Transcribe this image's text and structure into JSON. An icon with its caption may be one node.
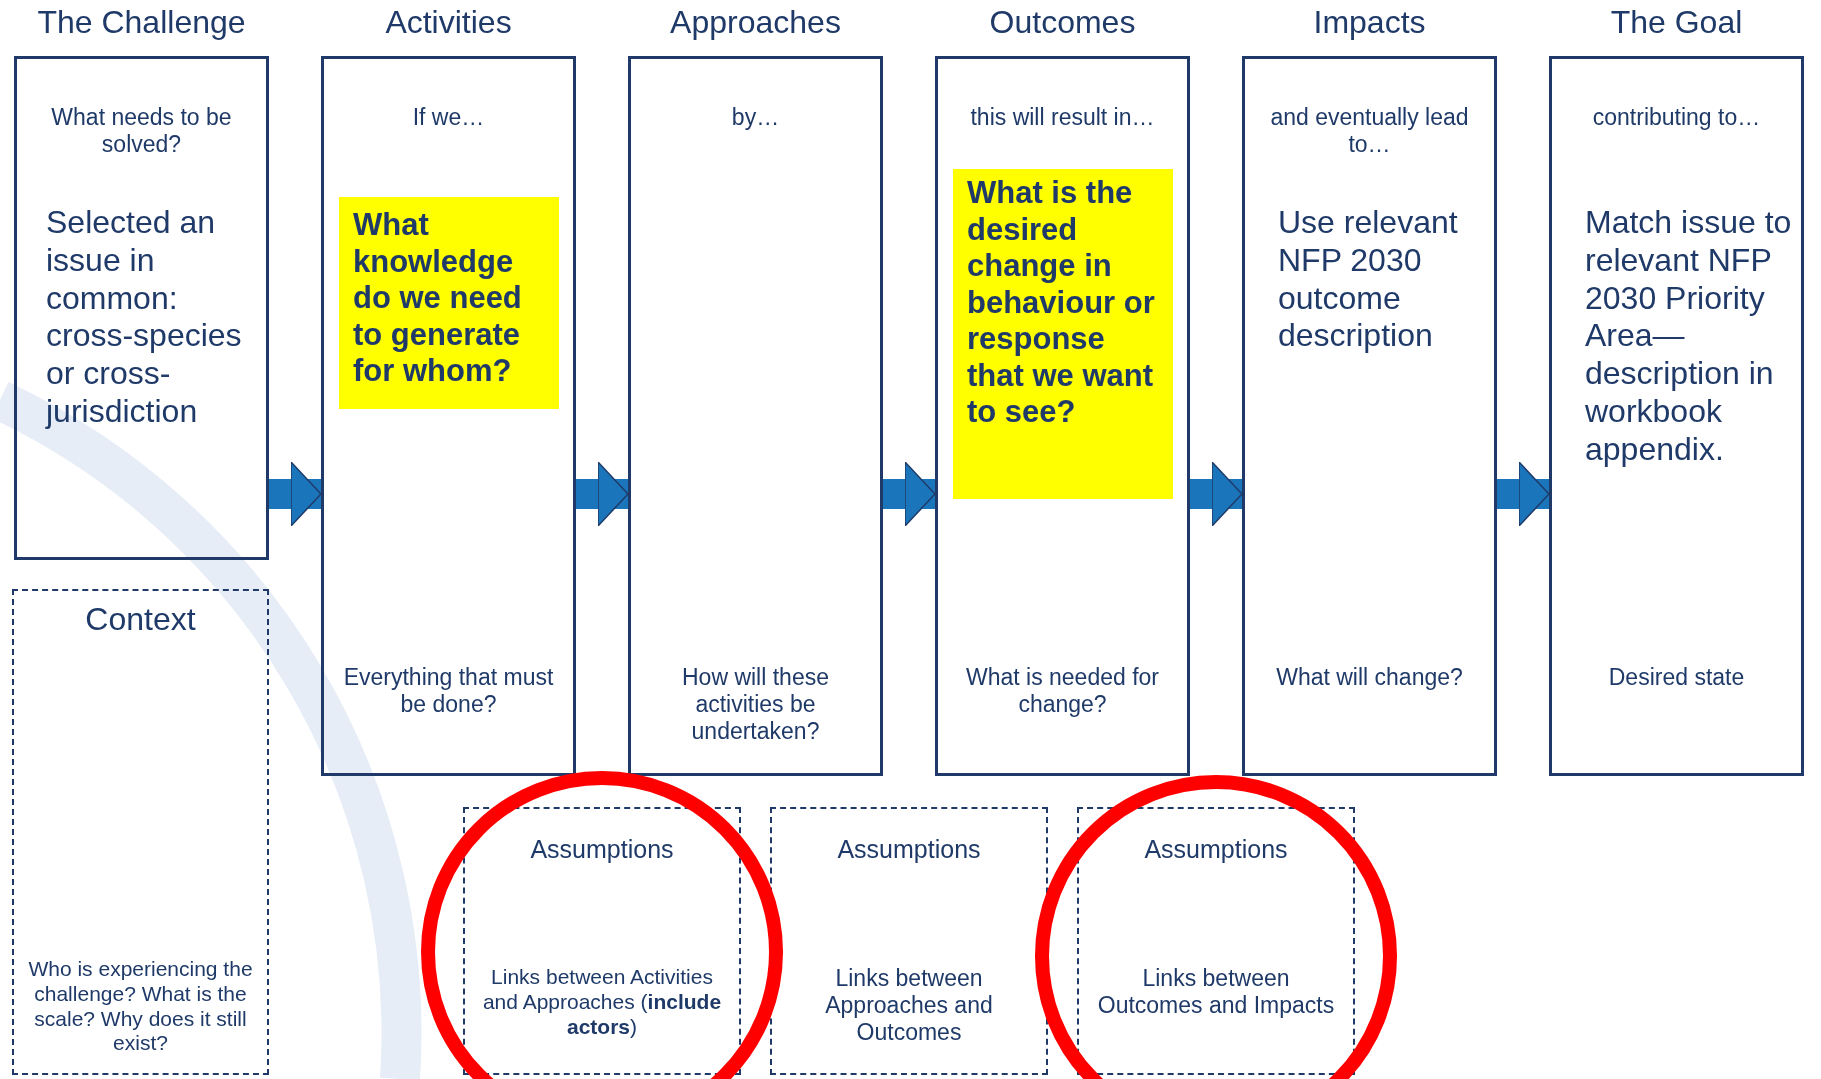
{
  "diagram": {
    "nodes": [
      {
        "text": [
          "The Challenge",
          "What needs to be solved?",
          "Selected an issue in common: cross-species or cross-jurisdiction"
        ]
      },
      {
        "text": [
          "Activities",
          "If we…",
          "Everything that must be done?"
        ]
      },
      {
        "text": [
          "What knowledge do we need to generate for whom?"
        ],
        "in": 1
      },
      {
        "text": [
          "Approaches",
          "by…",
          "How will these activities be undertaken?"
        ]
      },
      {
        "text": [
          "Outcomes",
          "this will result in…",
          "What is needed for change?"
        ]
      },
      {
        "text": [
          "What is the desired change in behaviour or response that we want to see?"
        ],
        "in": 4
      },
      {
        "text": [
          "Impacts",
          "and eventually lead to…",
          "Use relevant NFP 2030 outcome description",
          "What will change?"
        ]
      },
      {
        "text": [
          "The Goal",
          "contributing to…",
          "Match issue to relevant NFP 2030 Priority Area—description in workbook appendix.",
          "Desired state"
        ]
      },
      {
        "text": [
          "Context",
          "Who is experiencing the challenge? What is the scale? Why does it still exist?"
        ]
      },
      {
        "text": [
          "Assumptions",
          "Links between Activities and Approaches (**include actors**)"
        ]
      },
      {
        "text": [
          "Assumptions",
          "Links between Approaches and Outcomes"
        ]
      },
      {
        "text": [
          "Assumptions",
          "Links between Outcomes and Impacts"
        ]
      }
    ],
    "edges": [
      {
        "from": 0,
        "to": 1,
        "arrow": "to"
      },
      {
        "from": 1,
        "to": 3,
        "arrow": "to"
      },
      {
        "from": 3,
        "to": 4,
        "arrow": "to"
      },
      {
        "from": 4,
        "to": 6,
        "arrow": "to"
      },
      {
        "from": 6,
        "to": 7,
        "arrow": "to"
      }
    ]
  }
}
